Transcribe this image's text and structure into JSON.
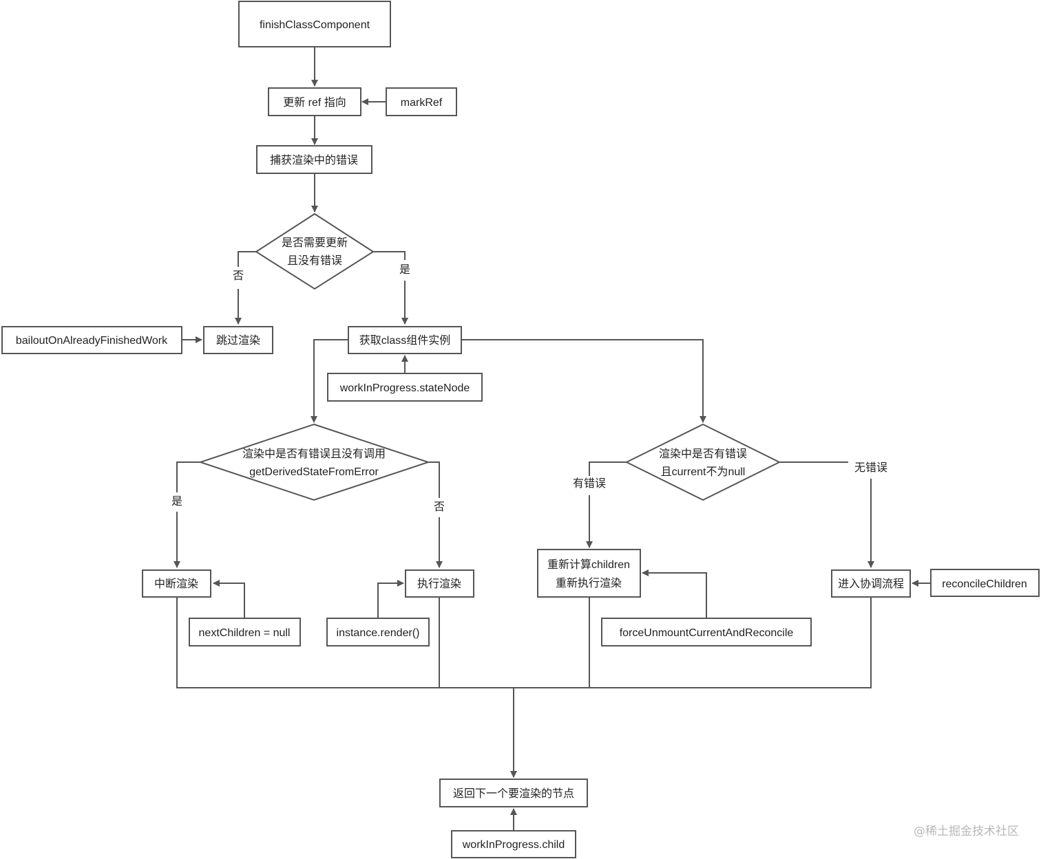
{
  "nodes": {
    "finish_class_component": "finishClassComponent",
    "update_ref": "更新 ref 指向",
    "mark_ref": "markRef",
    "catch_errors": "捕获渲染中的错误",
    "decision_update": [
      "是否需要更新",
      "且没有错误"
    ],
    "skip_render": "跳过渲染",
    "bailout": "bailoutOnAlreadyFinishedWork",
    "get_instance": "获取class组件实例",
    "state_node": "workInProgress.stateNode",
    "decision_error_left": [
      "渲染中是否有错误且没有调用",
      "getDerivedStateFromError"
    ],
    "decision_error_right": [
      "渲染中是否有错误",
      "且current不为null"
    ],
    "interrupt_render": "中断渲染",
    "next_children_null": "nextChildren = null",
    "execute_render": "执行渲染",
    "instance_render": "instance.render()",
    "recompute_children": [
      "重新计算children",
      "重新执行渲染"
    ],
    "force_unmount": "forceUnmountCurrentAndReconcile",
    "enter_reconcile": "进入协调流程",
    "reconcile_children": "reconcileChildren",
    "return_next": "返回下一个要渲染的节点",
    "wip_child": "workInProgress.child"
  },
  "edge_labels": {
    "no_top": "否",
    "yes_top": "是",
    "yes_left": "是",
    "no_left": "否",
    "has_error": "有错误",
    "no_error": "无错误"
  },
  "watermark": "@稀土掘金技术社区"
}
